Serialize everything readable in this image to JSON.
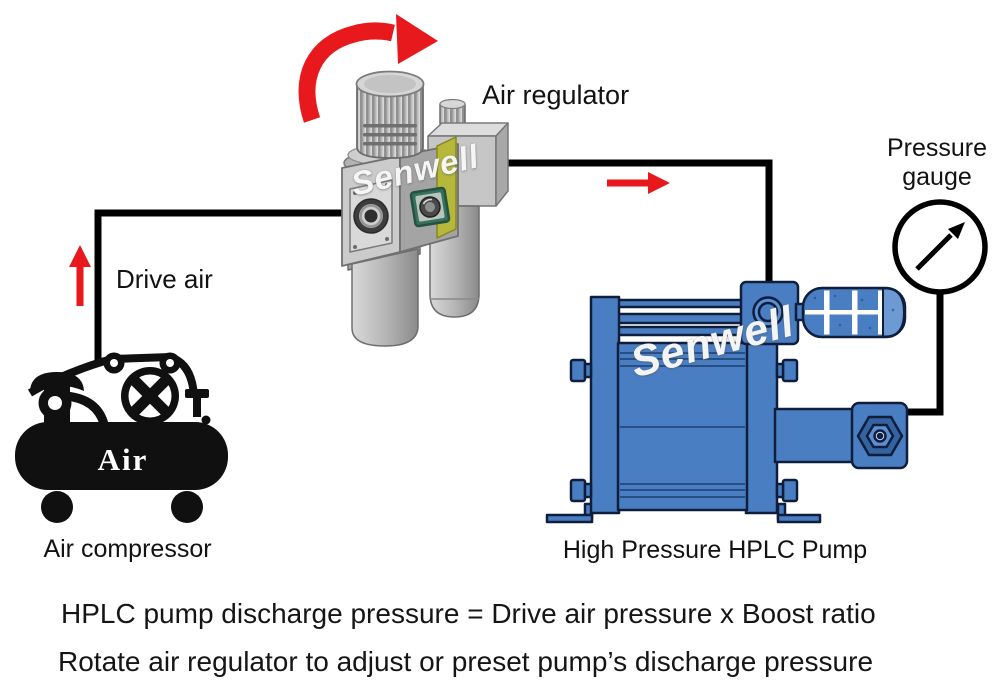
{
  "labels": {
    "air_regulator": "Air regulator",
    "pressure_gauge": "Pressure\ngauge",
    "drive_air": "Drive air",
    "air_compressor": "Air compressor",
    "pump": "High Pressure HPLC Pump",
    "tank": "Air",
    "watermark": "Senwell"
  },
  "notes": {
    "line1": "HPLC pump discharge pressure = Drive air pressure x Boost ratio",
    "line2": "Rotate air regulator to adjust or preset pump’s discharge pressure"
  },
  "colors": {
    "pipe_black": "#000000",
    "arrow_red": "#e8191d",
    "pump_blue": "#4a7ec2",
    "pump_blue_dark": "#35639f",
    "pump_outline_navy": "#0e1e3c",
    "metal_light_gray": "#d6d6d6",
    "metal_mid_gray": "#b7b7b7",
    "strap_olive": "#b6b83c",
    "sight_glass_green": "#37705c"
  }
}
